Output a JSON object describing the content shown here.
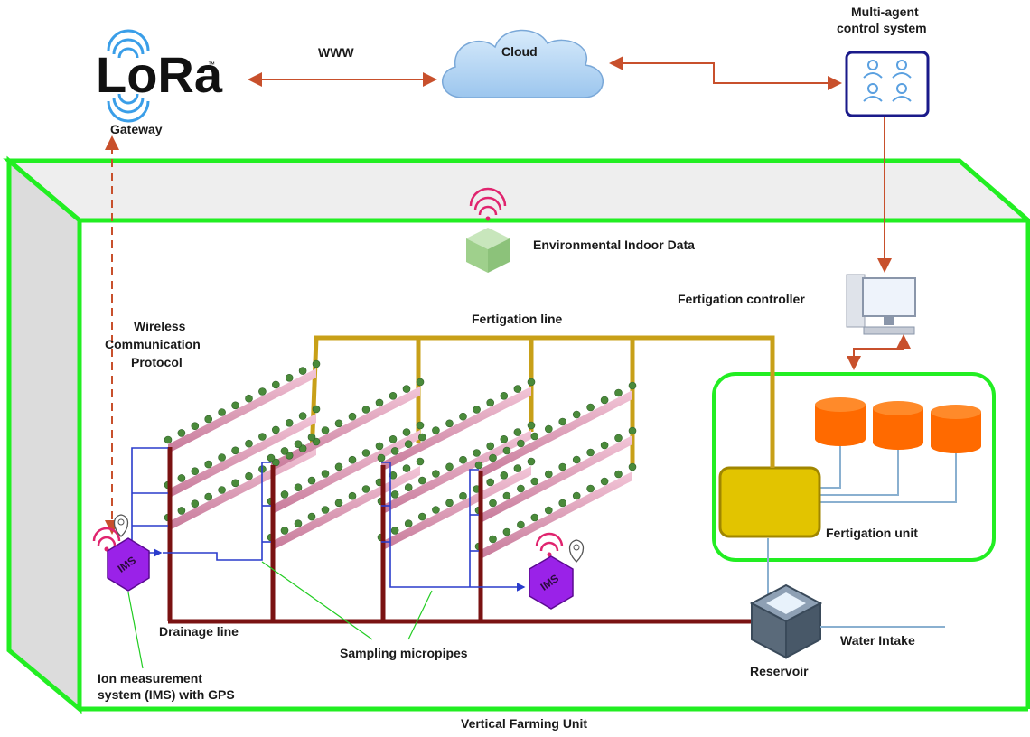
{
  "labels": {
    "logo": "LoRa",
    "logo_tm": "™",
    "gateway": "Gateway",
    "www": "WWW",
    "cloud": "Cloud",
    "multi_agent_1": "Multi-agent",
    "multi_agent_2": "control system",
    "env_data": "Environmental Indoor Data",
    "fertigation_controller": "Fertigation controller",
    "fertigation_line": "Fertigation line",
    "wireless_1": "Wireless",
    "wireless_2": "Communication",
    "wireless_3": "Protocol",
    "fertigation_unit": "Fertigation unit",
    "drainage_line": "Drainage line",
    "sampling_micropipes": "Sampling micropipes",
    "water_intake": "Water Intake",
    "reservoir": "Reservoir",
    "ims_1": "Ion measurement",
    "ims_2": "system (IMS) with GPS",
    "ims_node": "IMS",
    "vertical_farming_unit": "Vertical Farming Unit"
  },
  "colors": {
    "frame_green": "#22ee22",
    "fertigation_pipe": "#c8a018",
    "drainage_pipe": "#7a1212",
    "sampling_pipe": "#2a3ccc",
    "arrow_red": "#c8502c",
    "tank_orange": "#ff6a00",
    "ims_purple": "#9a22e8",
    "reservoir": "#5a6a7a",
    "cloud_blue": "#a8cdf0"
  }
}
